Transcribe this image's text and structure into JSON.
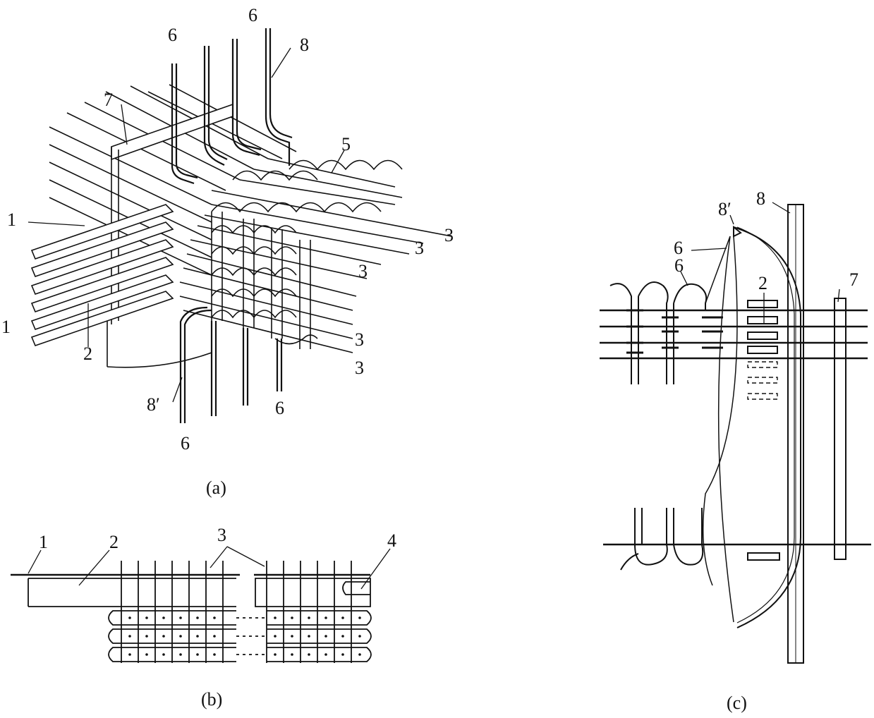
{
  "panels": [
    {
      "id": "a",
      "caption": "(a)"
    },
    {
      "id": "b",
      "caption": "(b)"
    },
    {
      "id": "c",
      "caption": "(c)"
    }
  ],
  "labels": {
    "a": [
      "6",
      "6",
      "8",
      "7",
      "5",
      "1",
      "1",
      "2",
      "3",
      "3",
      "3",
      "3",
      "3",
      "8′",
      "6",
      "6"
    ],
    "b": [
      "1",
      "2",
      "3",
      "4"
    ],
    "c": [
      "8′",
      "8",
      "6",
      "6",
      "2",
      "7"
    ]
  }
}
